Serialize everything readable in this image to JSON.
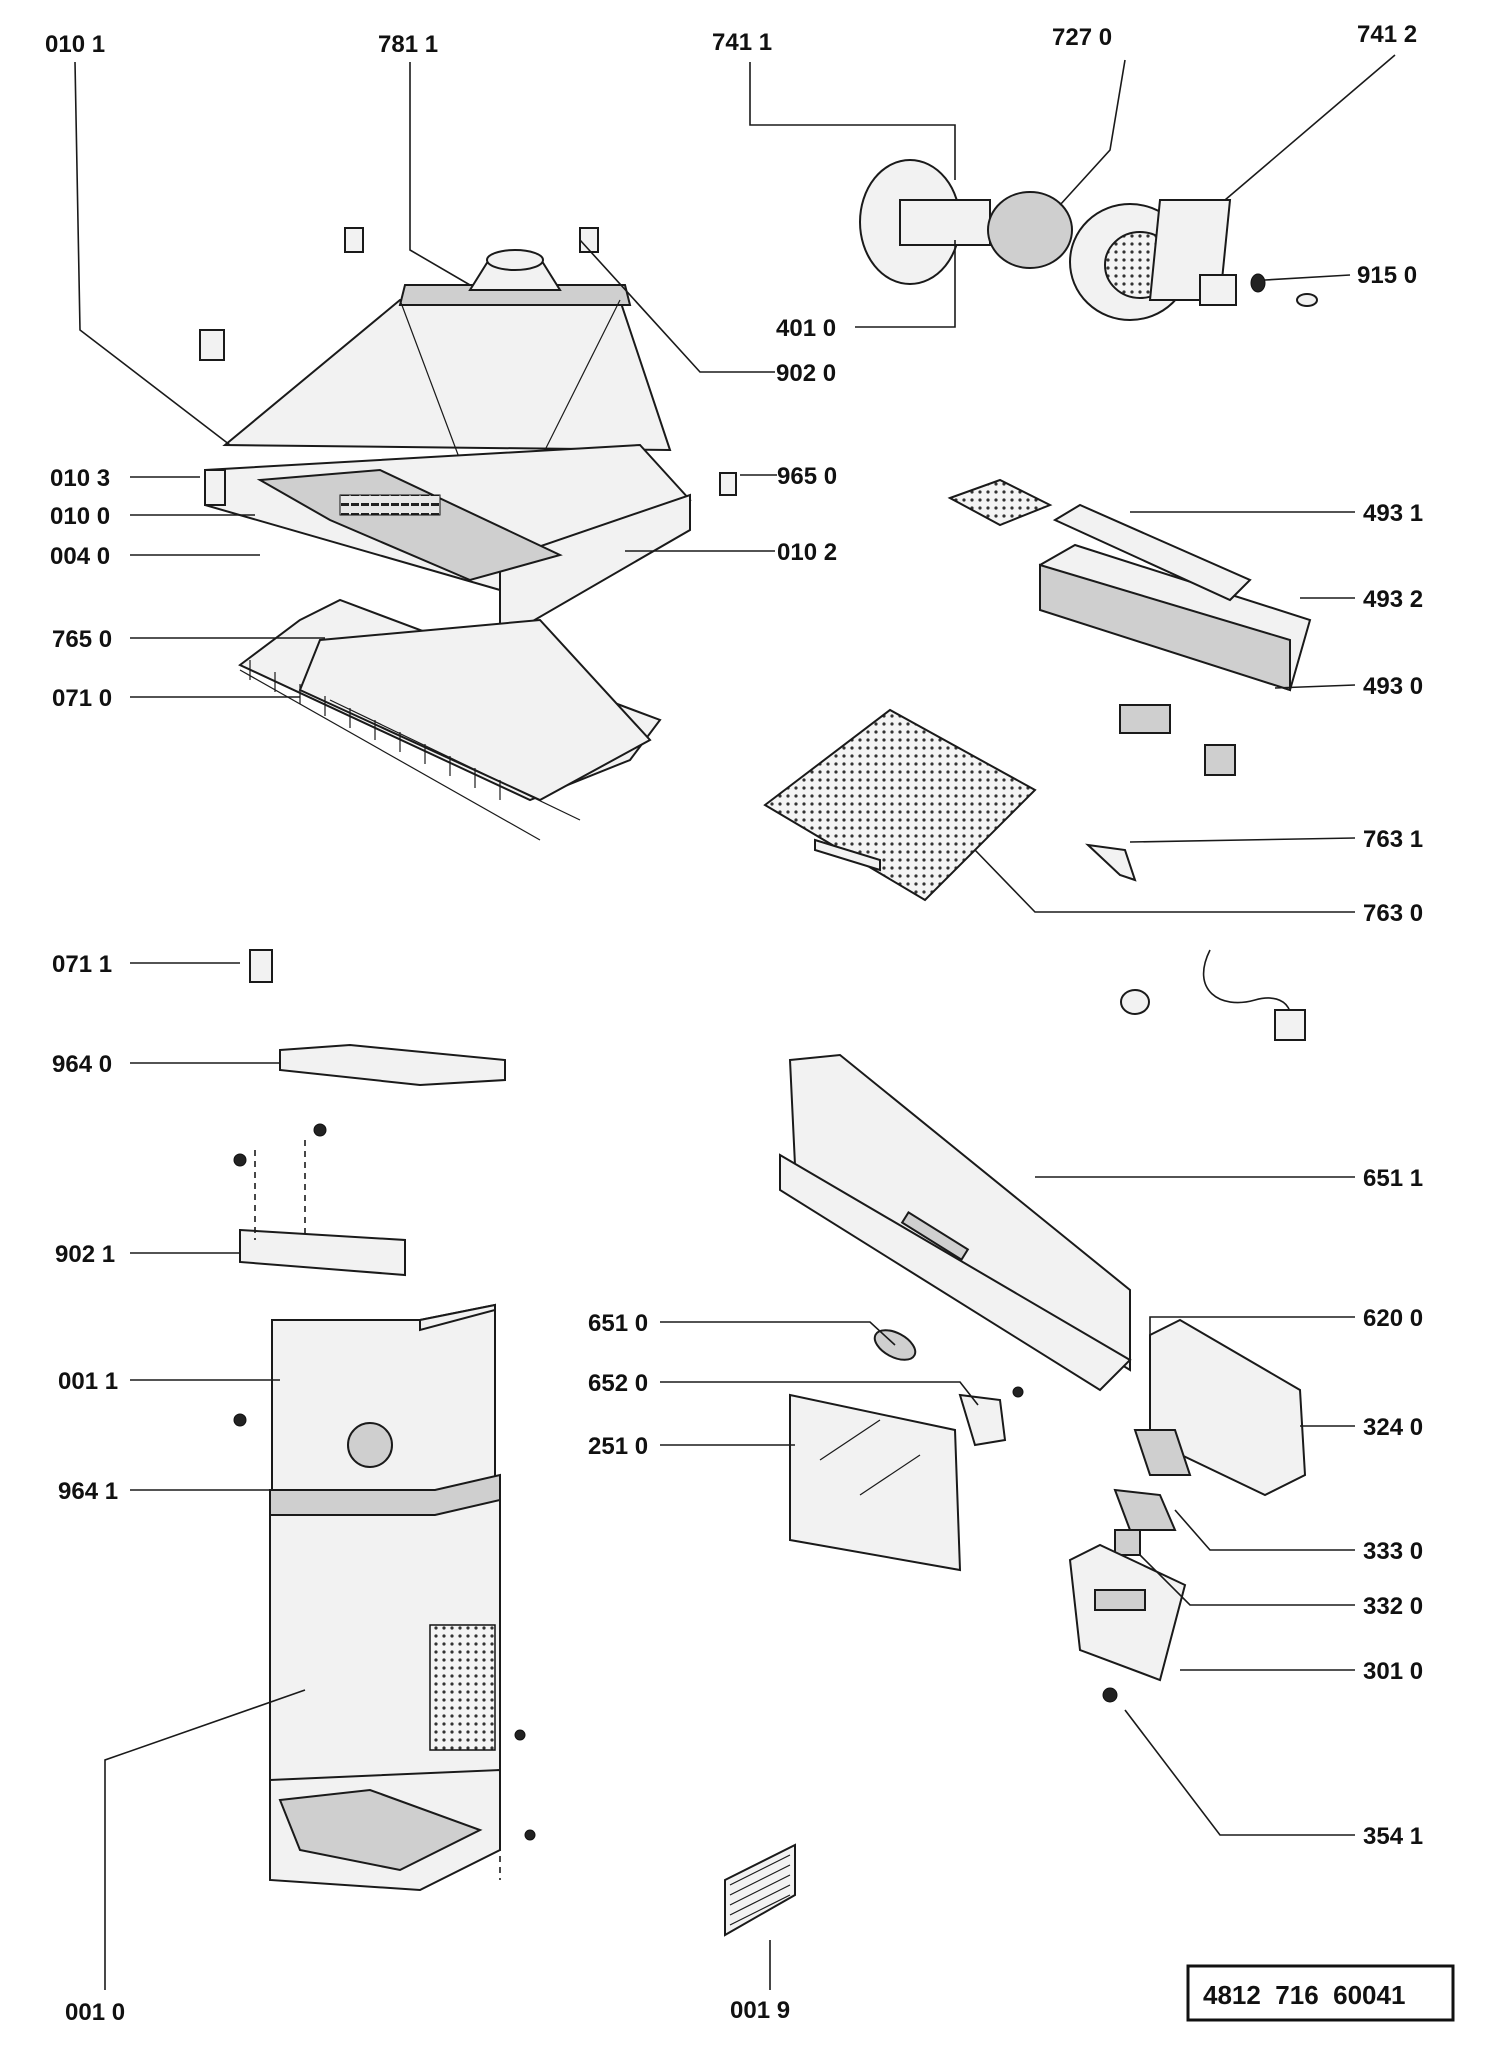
{
  "diagram": {
    "doc_number": "4812  716  60041",
    "labels": [
      {
        "id": "0101",
        "text": "010 1"
      },
      {
        "id": "7811",
        "text": "781 1"
      },
      {
        "id": "7411",
        "text": "741 1"
      },
      {
        "id": "7270",
        "text": "727 0"
      },
      {
        "id": "7412",
        "text": "741 2"
      },
      {
        "id": "9150",
        "text": "915 0"
      },
      {
        "id": "4010",
        "text": "401 0"
      },
      {
        "id": "9020",
        "text": "902 0"
      },
      {
        "id": "0103",
        "text": "010 3"
      },
      {
        "id": "9650",
        "text": "965 0"
      },
      {
        "id": "0100",
        "text": "010 0"
      },
      {
        "id": "0040",
        "text": "004 0"
      },
      {
        "id": "0102",
        "text": "010 2"
      },
      {
        "id": "4931",
        "text": "493 1"
      },
      {
        "id": "4932",
        "text": "493 2"
      },
      {
        "id": "4930",
        "text": "493 0"
      },
      {
        "id": "7650",
        "text": "765 0"
      },
      {
        "id": "0710",
        "text": "071 0"
      },
      {
        "id": "7631",
        "text": "763 1"
      },
      {
        "id": "7630",
        "text": "763 0"
      },
      {
        "id": "0711",
        "text": "071 1"
      },
      {
        "id": "9640",
        "text": "964 0"
      },
      {
        "id": "6511",
        "text": "651 1"
      },
      {
        "id": "9021",
        "text": "902 1"
      },
      {
        "id": "6510",
        "text": "651 0"
      },
      {
        "id": "6200",
        "text": "620 0"
      },
      {
        "id": "0011",
        "text": "001 1"
      },
      {
        "id": "6520",
        "text": "652 0"
      },
      {
        "id": "3240",
        "text": "324 0"
      },
      {
        "id": "2510",
        "text": "251 0"
      },
      {
        "id": "9641",
        "text": "964 1"
      },
      {
        "id": "3330",
        "text": "333 0"
      },
      {
        "id": "3320",
        "text": "332 0"
      },
      {
        "id": "3010",
        "text": "301 0"
      },
      {
        "id": "3541",
        "text": "354 1"
      },
      {
        "id": "0010",
        "text": "001 0"
      },
      {
        "id": "0019",
        "text": "001 9"
      }
    ]
  }
}
